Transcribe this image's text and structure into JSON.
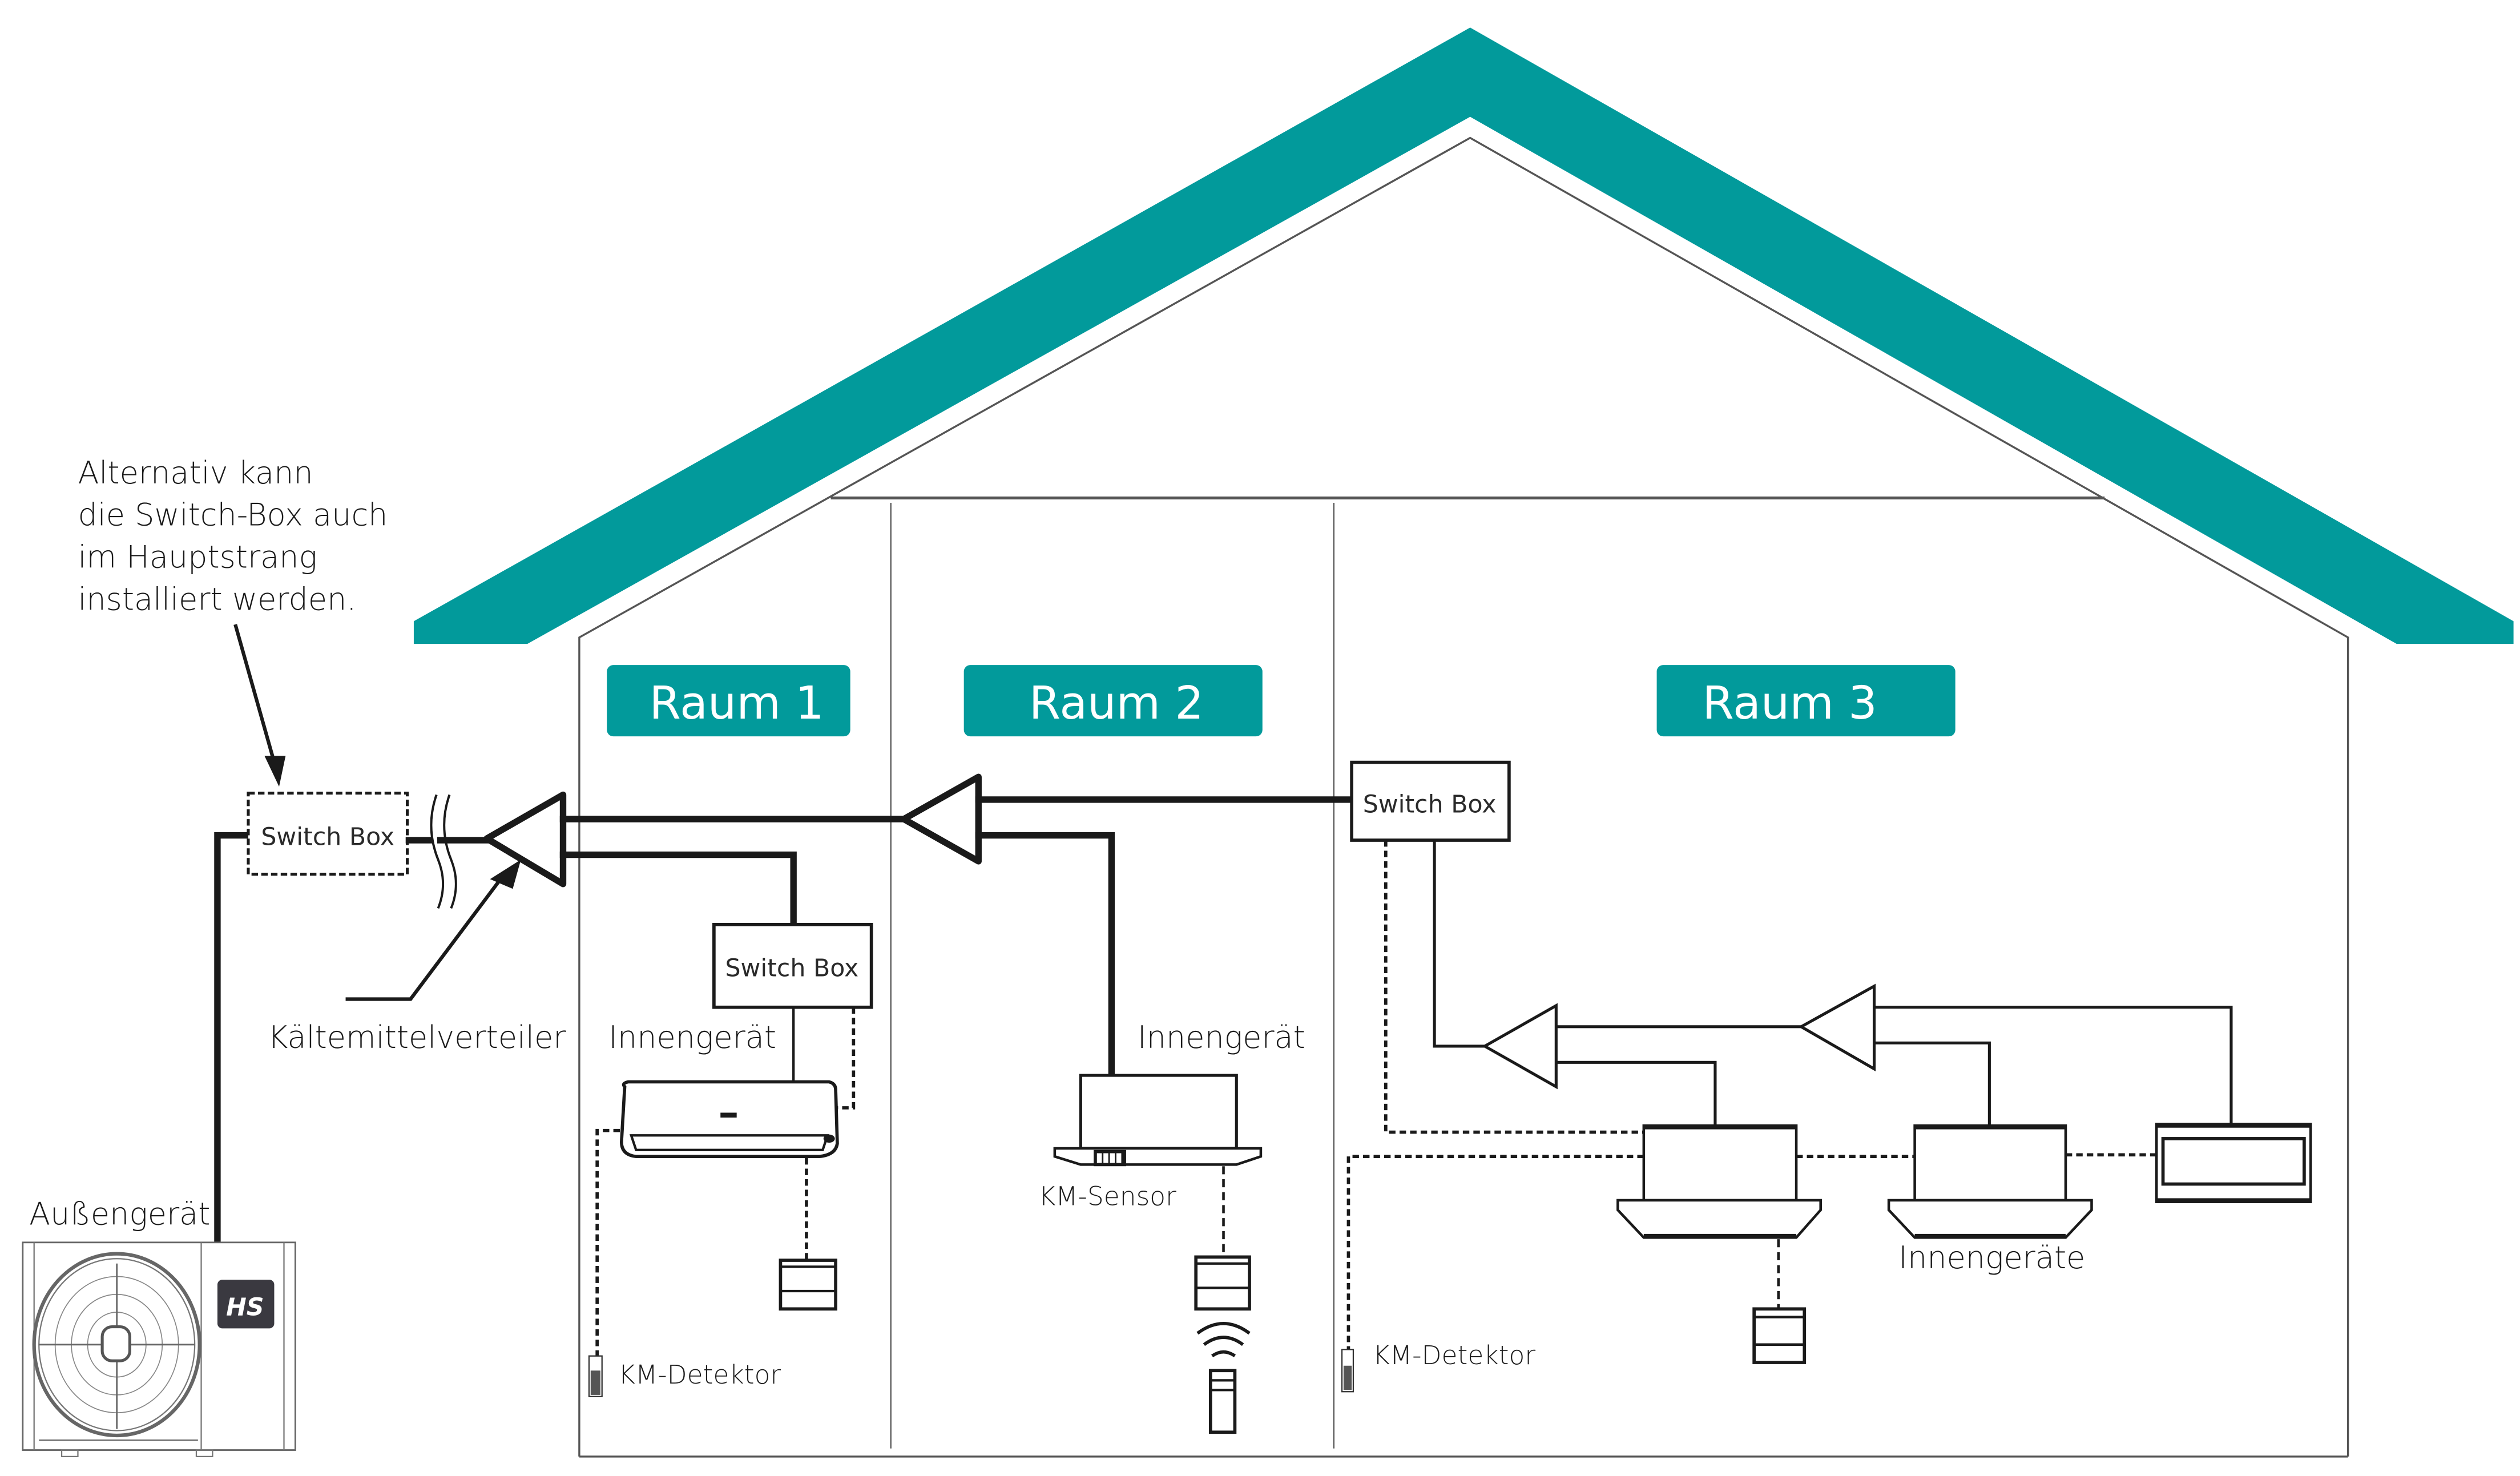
{
  "colors": {
    "accent": "#029a9b",
    "line": "#1a1a1a",
    "wall": "#555555",
    "logo_bg": "#3a3940"
  },
  "annotation": {
    "lines": [
      "Alternativ kann",
      "die Switch-Box auch",
      "im Hauptstrang",
      "installiert werden."
    ]
  },
  "rooms": [
    {
      "label": "Raum 1"
    },
    {
      "label": "Raum 2"
    },
    {
      "label": "Raum 3"
    }
  ],
  "labels": {
    "switch_box": "Switch Box",
    "outdoor_unit": "Außengerät",
    "refrigerant_distributor": "Kältemittelverteiler",
    "indoor_unit": "Innengerät",
    "indoor_units": "Innengeräte",
    "refrigerant_sensor": "KM-Sensor",
    "refrigerant_detector": "KM-Detektor"
  },
  "icons": {
    "brand_logo": "HS",
    "wifi": "wifi-icon"
  }
}
